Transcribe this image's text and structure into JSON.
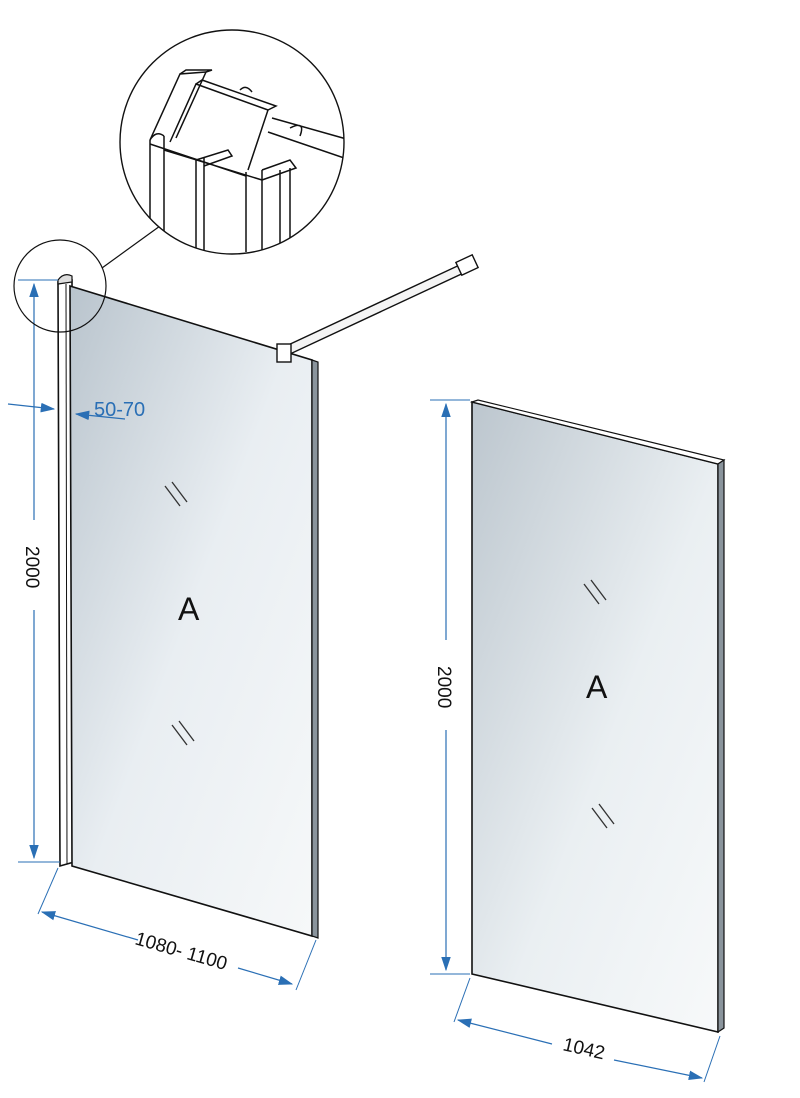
{
  "colors": {
    "dimension_line": "#2a6fb5",
    "glass_light": "#eef1f4",
    "glass_dark": "#b8c3cc",
    "outline": "#111111"
  },
  "left_panel": {
    "label": "A",
    "height": "2000",
    "width": "1080- 1100",
    "gap": "50-70"
  },
  "right_panel": {
    "label": "A",
    "height": "2000",
    "width": "1042"
  },
  "icons": {
    "detail": "magnified-profile-detail",
    "glass_mark": "glass-reflection-mark",
    "stabilizer": "stabilizer-bar"
  }
}
